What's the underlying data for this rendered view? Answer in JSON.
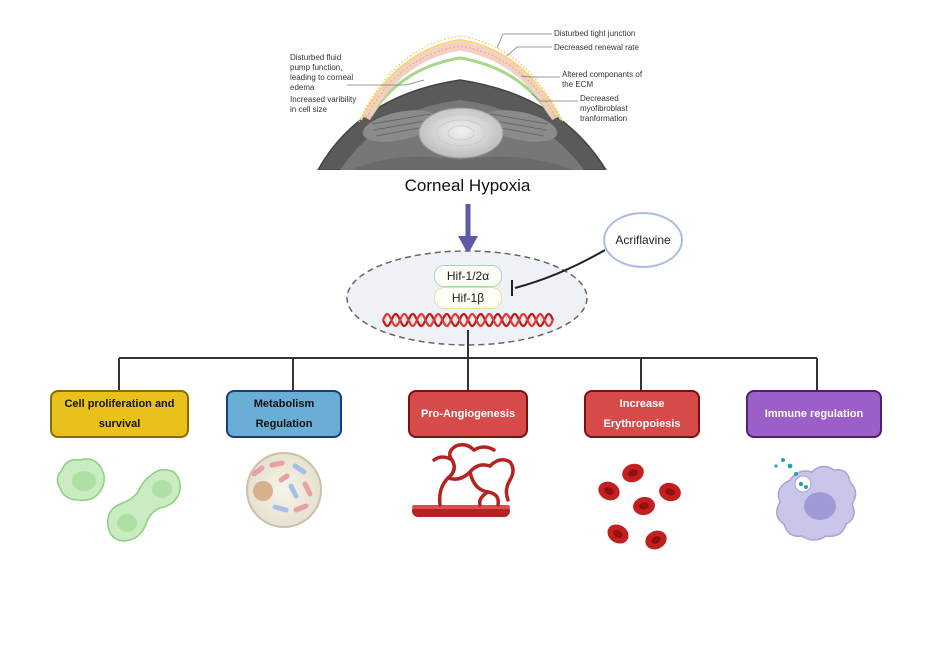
{
  "eye_annotations": {
    "tight_junction": "Disturbed tight junction",
    "renewal_rate": "Decreased renewal rate",
    "ecm": "Altered componants of\nthe ECM",
    "myofibroblast": "Decreased\nmyofibroblast\ntranformation",
    "pump_function": "Disturbed fluid\npump function,\nleading to corneal\nedema",
    "cell_size": "Increased varibility\nin cell size"
  },
  "title": "Corneal Hypoxia",
  "inhibitor": "Acriflavine",
  "hif_alpha": "Hif-1/2α",
  "hif_beta": "Hif-1β",
  "outcomes": [
    {
      "label": "Cell proliferation and survival",
      "fill": "#e8c21a",
      "border": "#8a6d00",
      "text_color": "#111111",
      "icon": "proliferating-cells-icon"
    },
    {
      "label": "Metabolism Regulation",
      "fill": "#6aaed6",
      "border": "#1f3c7a",
      "text_color": "#111111",
      "icon": "cell-organelles-icon"
    },
    {
      "label": "Pro-Angiogenesis",
      "fill": "#d64a4a",
      "border": "#7a1010",
      "text_color": "#ffffff",
      "icon": "blood-vessel-icon"
    },
    {
      "label": "Increase Erythropoiesis",
      "fill": "#d64a4a",
      "border": "#7a1010",
      "text_color": "#ffffff",
      "icon": "red-blood-cells-icon"
    },
    {
      "label": "Immune regulation",
      "fill": "#9b5fc7",
      "border": "#4a2270",
      "text_color": "#ffffff",
      "icon": "macrophage-icon"
    }
  ]
}
